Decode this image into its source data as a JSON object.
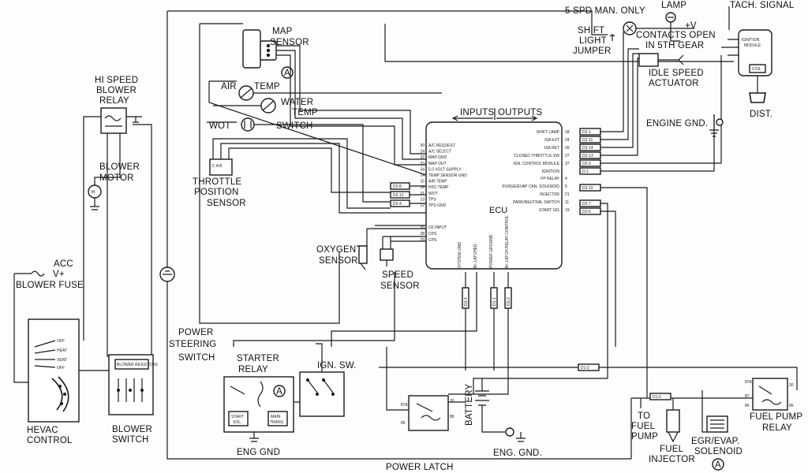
{
  "diagram": {
    "components": {
      "map_sensor": [
        "MAP",
        "SENSOR"
      ],
      "air_temp": [
        "AIR",
        "TEMP"
      ],
      "water_temp": [
        "WATER",
        "TEMP"
      ],
      "wot_switch": [
        "WOT",
        "SWITCH"
      ],
      "tps": [
        "THROTTLE",
        "POSITION",
        "SENSOR"
      ],
      "hi_speed_relay": [
        "HI SPEED",
        "BLOWER",
        "RELAY"
      ],
      "blower_motor": [
        "BLOWER",
        "MOTOR"
      ],
      "acc_fuse": [
        "ACC",
        "V+",
        "BLOWER FUSE"
      ],
      "hevac": [
        "HEVAC",
        "CONTROL"
      ],
      "blower_switch": [
        "BLOWER",
        "SWITCH"
      ],
      "power_steering": [
        "POWER",
        "STEERING",
        "SWITCH"
      ],
      "oxygen_sensor": [
        "OXYGEN",
        "SENSOR"
      ],
      "speed_sensor": [
        "SPEED",
        "SENSOR"
      ],
      "starter_relay": [
        "STARTER",
        "RELAY"
      ],
      "ign_sw": "IGN. SW.",
      "eng_gnd_left": "ENG GND",
      "power_latch": "POWER LATCH",
      "battery": "BATTERY",
      "eng_gnd_bottom": "ENG. GND.",
      "five_spd": "5 SPD MAN. ONLY",
      "lamp": "LAMP",
      "shift_jumper": [
        "SHIFT",
        "LIGHT",
        "JUMPER"
      ],
      "contacts": [
        "+V",
        "CONTACTS OPEN",
        "IN 5TH GEAR"
      ],
      "idle_speed": [
        "IDLE SPEED",
        "ACTUATOR"
      ],
      "tach": "TACH. SIGNAL",
      "ignition_module": [
        "IGNITION",
        "MODULE"
      ],
      "coil": "COIL",
      "dist": "DIST.",
      "engine_gnd_right": "ENGINE GND.",
      "to_fuel_pump": [
        "TO",
        "FUEL",
        "PUMP"
      ],
      "fuel_injector": [
        "FUEL",
        "INJECTOR"
      ],
      "egr": [
        "EGR/EVAP.",
        "SOLENOID"
      ],
      "fuel_pump_relay": [
        "FUEL PUMP",
        "RELAY"
      ],
      "circle_a": "A"
    },
    "ecu": {
      "title": "ECU",
      "inputs": "INPUTS",
      "outputs": "OUTPUTS",
      "left_pins": [
        {
          "label": "A/C REQUEST",
          "pin": "30"
        },
        {
          "label": "A/C SELECT",
          "pin": "24"
        },
        {
          "label": "MAP GND",
          "pin": "32"
        },
        {
          "label": "MAP OUT",
          "pin": "33"
        },
        {
          "label": "5.0 VOLT SUPPLY",
          "pin": "34"
        },
        {
          "label": "TEMP SENSOR GND",
          "pin": "14"
        },
        {
          "label": "AIR TEMP",
          "pin": "15"
        },
        {
          "label": "H2O TEMP",
          "pin": "16"
        },
        {
          "label": "WOT",
          "pin": "31"
        },
        {
          "label": "TPS",
          "pin": "13"
        },
        {
          "label": "TPS GND",
          "pin": "12"
        }
      ],
      "left_pins_lower": [
        {
          "label": "O2 INPUT",
          "pin": "35"
        },
        {
          "label": "CPS",
          "pin": "28"
        },
        {
          "label": "CPS",
          "pin": "29"
        }
      ],
      "right_pins": [
        {
          "label": "SHIFT LAMP",
          "pin": "18"
        },
        {
          "label": "ISA EXT",
          "pin": "24"
        },
        {
          "label": "ISA RET",
          "pin": "26"
        },
        {
          "label": "CLOSED THROTTLE SW",
          "pin": "27"
        },
        {
          "label": "IGN. CONTROL MODULE",
          "pin": "37"
        },
        {
          "label": "IGNITION",
          "pin": ""
        },
        {
          "label": "FP RELAY",
          "pin": "4"
        },
        {
          "label": "PURGE/EVAP CAN. SOLENOID",
          "pin": "5"
        },
        {
          "label": "INJECTOR",
          "pin": "21"
        },
        {
          "label": "PARK/NEUTRAL SWITCH",
          "pin": "11"
        },
        {
          "label": "START SIG",
          "pin": "19"
        }
      ],
      "bottom_pins": [
        "SYSTEM GND",
        "B+ LATCHED",
        "POWER GROUND",
        "B+ LATCH RELAY CONTROL"
      ]
    },
    "wire_tags_left": [
      "D2-8",
      "D2-12",
      "D2-4"
    ],
    "wire_tags_right": [
      "D2-1",
      "D2-11",
      "D2-14",
      "D2-13",
      "D2-9",
      "D-1",
      "D2-10",
      "D2-7",
      "D2-6"
    ],
    "wire_tags_misc": [
      "D2-4",
      "D1-1",
      "D2-2",
      "D1-2",
      "D1-6"
    ],
    "switch_labels": {
      "hevac_positions": [
        "OFF",
        "HEAT",
        "VENT",
        "OFF"
      ],
      "blower_resistors": "BLOWER RESISTORS",
      "start_sol": [
        "START",
        "SOL."
      ],
      "main_trans": [
        "MAIN",
        "TRANS."
      ],
      "relay_terms": [
        "30",
        "87A",
        "87",
        "86",
        "85"
      ]
    }
  }
}
